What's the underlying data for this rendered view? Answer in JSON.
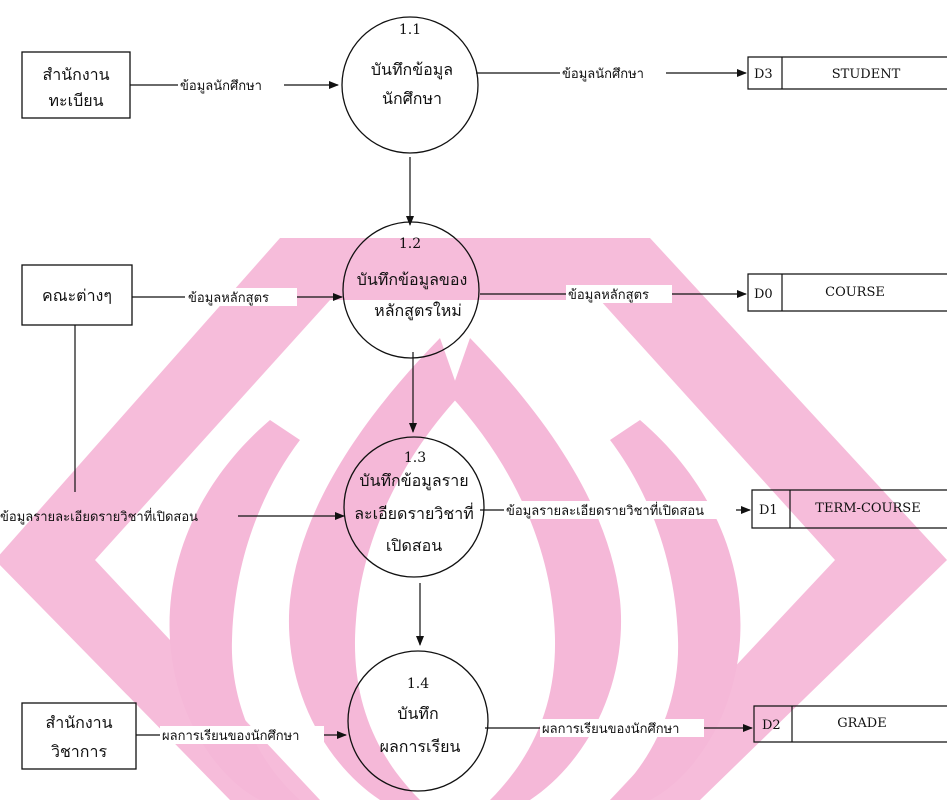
{
  "diagram": {
    "processes": [
      {
        "id": "1.1",
        "lines": [
          "บันทึกข้อมูล",
          "นักศึกษา"
        ]
      },
      {
        "id": "1.2",
        "lines": [
          "บันทึกข้อมูลของ",
          "หลักสูตรใหม่"
        ]
      },
      {
        "id": "1.3",
        "lines": [
          "บันทึกข้อมูลราย",
          "ละเอียดรายวิชาที่",
          "เปิดสอน"
        ]
      },
      {
        "id": "1.4",
        "lines": [
          "บันทึก",
          "ผลการเรียน"
        ]
      }
    ],
    "entities": [
      {
        "lines": [
          "สำนักงาน",
          "ทะเบียน"
        ]
      },
      {
        "lines": [
          "คณะต่างๆ"
        ]
      },
      {
        "lines": [
          "สำนักงาน",
          "วิชาการ"
        ]
      }
    ],
    "stores": [
      {
        "code": "D3",
        "name": "STUDENT"
      },
      {
        "code": "D0",
        "name": "COURSE"
      },
      {
        "code": "D1",
        "name": "TERM-COURSE"
      },
      {
        "code": "D2",
        "name": "GRADE"
      }
    ],
    "flows": {
      "f1": "ข้อมูลนักศึกษา",
      "f2": "ข้อมูลนักศึกษา",
      "f3": "ข้อมูลหลักสูตร",
      "f4": "ข้อมูลหลักสูตร",
      "f5": "ข้อมูลรายละเอียดรายวิชาที่เปิดสอน",
      "f6": "ข้อมูลรายละเอียดรายวิชาที่เปิดสอน",
      "f7": "ผลการเรียนของนักศึกษา",
      "f8": "ผลการเรียนของนักศึกษา"
    }
  },
  "colors": {
    "watermark": "#f5b8d8",
    "line": "#111111"
  }
}
